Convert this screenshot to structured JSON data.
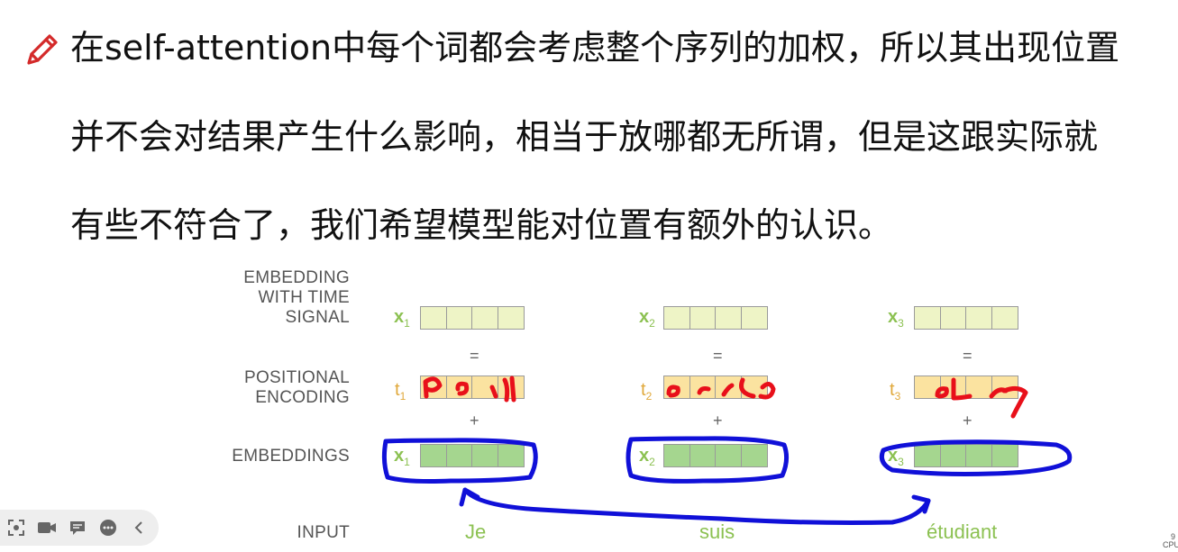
{
  "text": {
    "line1": "在self-attention中每个词都会考虑整个序列的加权，所以其出现位置",
    "line2": "并不会对结果产生什么影响，相当于放哪都无所谓，但是这跟实际就",
    "line3": "有些不符合了，我们希望模型能对位置有额外的认识。"
  },
  "diagram": {
    "labels": {
      "ewts_1": "EMBEDDING",
      "ewts_2": "WITH TIME",
      "ewts_3": "SIGNAL",
      "pe_1": "POSITIONAL",
      "pe_2": "ENCODING",
      "emb": "EMBEDDINGS",
      "input": "INPUT"
    },
    "columns": [
      {
        "x_symbol": "x",
        "t_symbol": "t",
        "index": "1",
        "word": "Je"
      },
      {
        "x_symbol": "x",
        "t_symbol": "t",
        "index": "2",
        "word": "suis"
      },
      {
        "x_symbol": "x",
        "t_symbol": "t",
        "index": "3",
        "word": "étudiant"
      }
    ],
    "equals": "=",
    "plus": "+"
  },
  "colors": {
    "signal_fill": "#eef4c6",
    "positional_fill": "#fbe3a0",
    "embedding_fill": "#a5d68f",
    "green_text": "#8cc152",
    "pe_text": "#e0a83a",
    "ink_red": "#e8101a",
    "ink_blue": "#1010d8"
  },
  "toolbar": {
    "icons": [
      "screenshot-icon",
      "camera-icon",
      "comment-icon",
      "more-icon",
      "collapse-icon"
    ]
  },
  "corner": {
    "line1": "9",
    "line2": "CPU"
  }
}
